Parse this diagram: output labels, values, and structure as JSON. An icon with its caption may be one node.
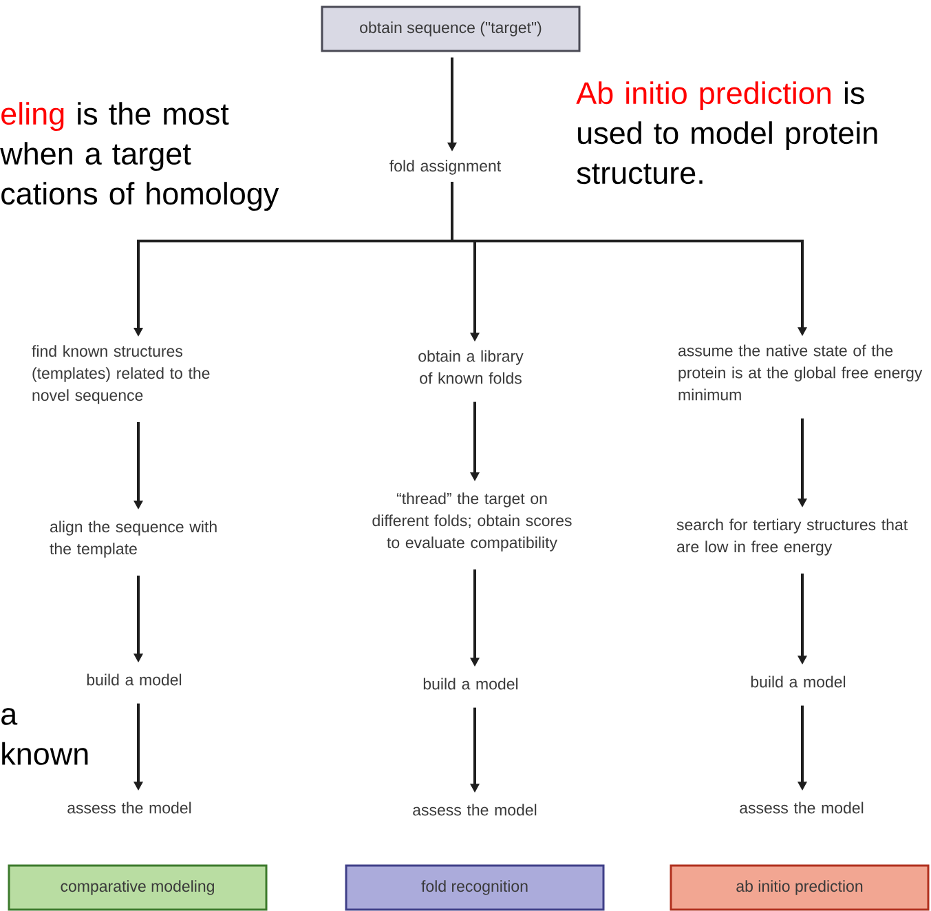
{
  "diagram": {
    "nodes": [
      {
        "text": [
          "obtain sequence (\"target\")"
        ]
      },
      {
        "text": [
          "fold assignment"
        ]
      },
      {
        "text": [
          "find known structures (templates) related to the novel sequence"
        ]
      },
      {
        "text": [
          "obtain a library of known folds"
        ]
      },
      {
        "text": [
          "assume the native state of the protein is at the global free energy minimum"
        ]
      },
      {
        "text": [
          "align the sequence with the template"
        ]
      },
      {
        "text": [
          "“thread” the target on different folds; obtain scores to evaluate compatibility"
        ]
      },
      {
        "text": [
          "search for tertiary structures that are low in free energy"
        ]
      },
      {
        "text": [
          "build a model"
        ]
      },
      {
        "text": [
          "build a model"
        ]
      },
      {
        "text": [
          "build a model"
        ]
      },
      {
        "text": [
          "assess the model"
        ]
      },
      {
        "text": [
          "assess the model"
        ]
      },
      {
        "text": [
          "assess the model"
        ]
      },
      {
        "text": [
          "comparative modeling"
        ]
      },
      {
        "text": [
          "fold recognition"
        ]
      },
      {
        "text": [
          "ab initio prediction"
        ]
      }
    ],
    "edges": [
      {
        "from": 0,
        "to": 1,
        "arrow": "to"
      },
      {
        "from": 1,
        "to": 2,
        "arrow": "to"
      },
      {
        "from": 1,
        "to": 3,
        "arrow": "to"
      },
      {
        "from": 1,
        "to": 4,
        "arrow": "to"
      },
      {
        "from": 2,
        "to": 5,
        "arrow": "to"
      },
      {
        "from": 5,
        "to": 8,
        "arrow": "to"
      },
      {
        "from": 8,
        "to": 11,
        "arrow": "to"
      },
      {
        "from": 3,
        "to": 6,
        "arrow": "to"
      },
      {
        "from": 6,
        "to": 9,
        "arrow": "to"
      },
      {
        "from": 9,
        "to": 12,
        "arrow": "to"
      },
      {
        "from": 4,
        "to": 7,
        "arrow": "to"
      },
      {
        "from": 7,
        "to": 10,
        "arrow": "to"
      },
      {
        "from": 10,
        "to": 13,
        "arrow": "to"
      }
    ],
    "labels": [
      "eling",
      "is the most when a target cations of homology",
      "Ab initio prediction",
      "is used to model protein structure.",
      "a known"
    ]
  }
}
